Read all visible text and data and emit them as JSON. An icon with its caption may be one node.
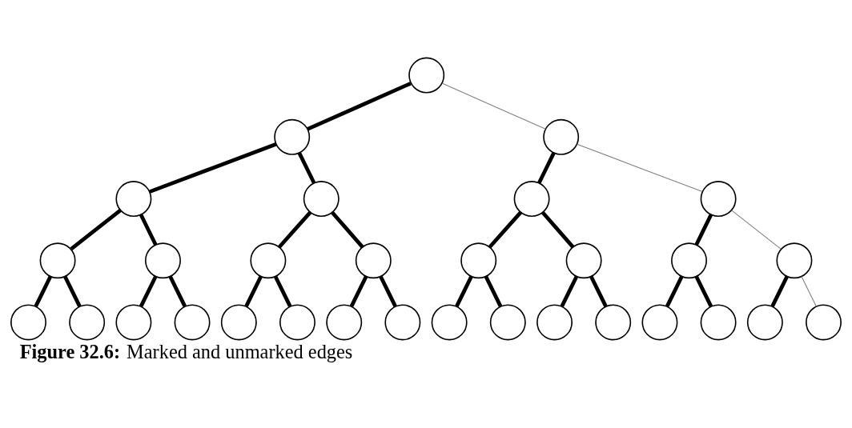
{
  "diagram": {
    "caption": "**Figure 32.6:** Marked and unmarked edges",
    "nodes": [
      {
        "text": [],
        "shape": "circle"
      },
      {
        "text": [],
        "shape": "circle"
      },
      {
        "text": [],
        "shape": "circle"
      },
      {
        "text": [],
        "shape": "circle"
      },
      {
        "text": [],
        "shape": "circle"
      },
      {
        "text": [],
        "shape": "circle"
      },
      {
        "text": [],
        "shape": "circle"
      },
      {
        "text": [],
        "shape": "circle"
      },
      {
        "text": [],
        "shape": "circle"
      },
      {
        "text": [],
        "shape": "circle"
      },
      {
        "text": [],
        "shape": "circle"
      },
      {
        "text": [],
        "shape": "circle"
      },
      {
        "text": [],
        "shape": "circle"
      },
      {
        "text": [],
        "shape": "circle"
      },
      {
        "text": [],
        "shape": "circle"
      },
      {
        "text": [],
        "shape": "circle"
      },
      {
        "text": [],
        "shape": "circle"
      },
      {
        "text": [],
        "shape": "circle"
      },
      {
        "text": [],
        "shape": "circle"
      },
      {
        "text": [],
        "shape": "circle"
      },
      {
        "text": [],
        "shape": "circle"
      },
      {
        "text": [],
        "shape": "circle"
      },
      {
        "text": [],
        "shape": "circle"
      },
      {
        "text": [],
        "shape": "circle"
      },
      {
        "text": [],
        "shape": "circle"
      },
      {
        "text": [],
        "shape": "circle"
      },
      {
        "text": [],
        "shape": "circle"
      },
      {
        "text": [],
        "shape": "circle"
      },
      {
        "text": [],
        "shape": "circle"
      },
      {
        "text": [],
        "shape": "circle"
      },
      {
        "text": [],
        "shape": "circle"
      }
    ],
    "edges": [
      {
        "from": 0,
        "to": 1,
        "arrow": "none"
      },
      {
        "from": 0,
        "to": 2,
        "arrow": "none",
        "color": "#808080"
      },
      {
        "from": 1,
        "to": 3,
        "arrow": "none"
      },
      {
        "from": 1,
        "to": 4,
        "arrow": "none"
      },
      {
        "from": 2,
        "to": 5,
        "arrow": "none"
      },
      {
        "from": 2,
        "to": 6,
        "arrow": "none",
        "color": "#808080"
      },
      {
        "from": 3,
        "to": 7,
        "arrow": "none"
      },
      {
        "from": 3,
        "to": 8,
        "arrow": "none"
      },
      {
        "from": 4,
        "to": 9,
        "arrow": "none"
      },
      {
        "from": 4,
        "to": 10,
        "arrow": "none"
      },
      {
        "from": 5,
        "to": 11,
        "arrow": "none"
      },
      {
        "from": 5,
        "to": 12,
        "arrow": "none"
      },
      {
        "from": 6,
        "to": 13,
        "arrow": "none"
      },
      {
        "from": 6,
        "to": 14,
        "arrow": "none",
        "color": "#808080"
      },
      {
        "from": 7,
        "to": 15,
        "arrow": "none"
      },
      {
        "from": 7,
        "to": 16,
        "arrow": "none"
      },
      {
        "from": 8,
        "to": 17,
        "arrow": "none"
      },
      {
        "from": 8,
        "to": 18,
        "arrow": "none"
      },
      {
        "from": 9,
        "to": 19,
        "arrow": "none"
      },
      {
        "from": 9,
        "to": 20,
        "arrow": "none"
      },
      {
        "from": 10,
        "to": 21,
        "arrow": "none"
      },
      {
        "from": 10,
        "to": 22,
        "arrow": "none"
      },
      {
        "from": 11,
        "to": 23,
        "arrow": "none"
      },
      {
        "from": 11,
        "to": 24,
        "arrow": "none"
      },
      {
        "from": 12,
        "to": 25,
        "arrow": "none"
      },
      {
        "from": 12,
        "to": 26,
        "arrow": "none"
      },
      {
        "from": 13,
        "to": 27,
        "arrow": "none"
      },
      {
        "from": 13,
        "to": 28,
        "arrow": "none"
      },
      {
        "from": 14,
        "to": 29,
        "arrow": "none"
      },
      {
        "from": 14,
        "to": 30,
        "arrow": "none",
        "color": "#808080"
      }
    ]
  }
}
